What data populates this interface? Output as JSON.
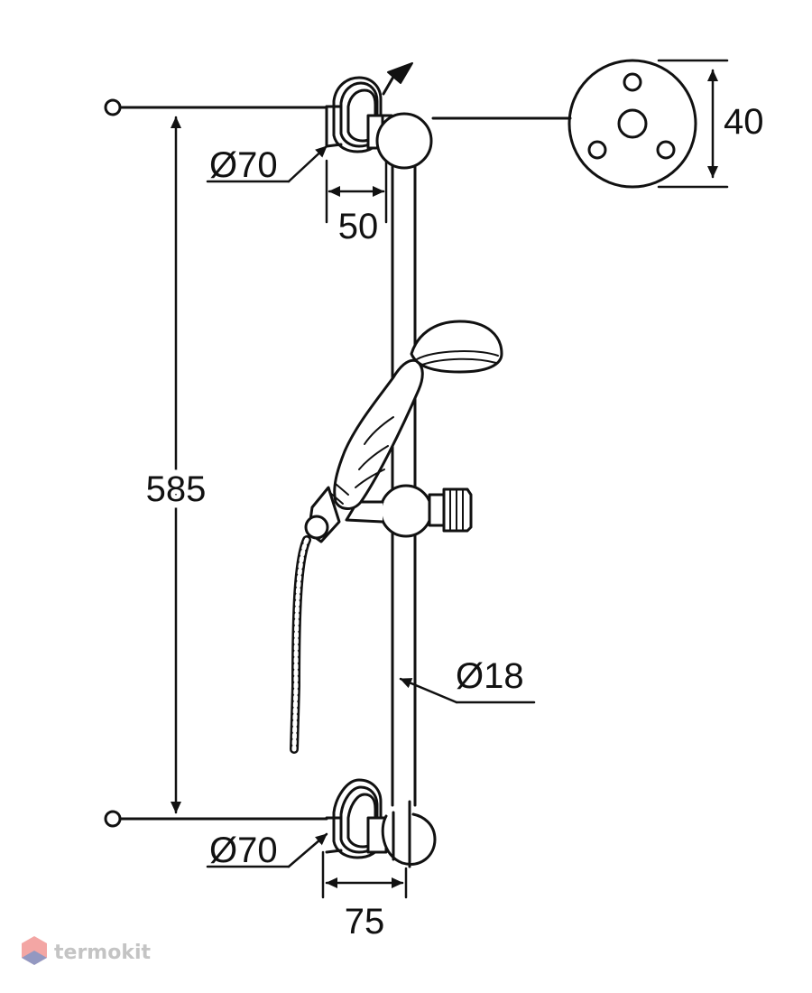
{
  "dimensions": {
    "mount_spacing": "585",
    "flange_diameter_top": "Ø70",
    "flange_diameter_bottom": "Ø70",
    "wall_offset_top": "50",
    "wall_offset_bottom": "75",
    "rail_diameter": "Ø18",
    "rosette_height": "40"
  },
  "watermark": {
    "text": "termokit"
  },
  "colors": {
    "line": "#111111",
    "watermark_text": "#c4c4c4",
    "watermark_logo_top": "#e53935",
    "watermark_logo_bottom": "#1e88e5"
  }
}
